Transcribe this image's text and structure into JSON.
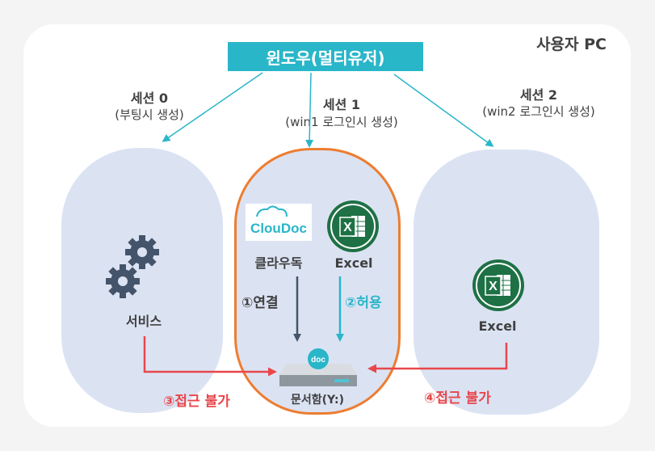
{
  "pc_label": "사용자 PC",
  "top_box": "윈도우(멀티유저)",
  "sessions": [
    {
      "title": "세션 0",
      "subtitle": "(부팅시 생성)"
    },
    {
      "title": "세션 1",
      "subtitle": "(win1 로그인시 생성)"
    },
    {
      "title": "세션 2",
      "subtitle": "(win2 로그인시 생성)"
    }
  ],
  "session0": {
    "service_label": "서비스"
  },
  "session1": {
    "cloudoc_logo_text": "ClouDoc",
    "cloudoc_label": "클라우독",
    "excel_label": "Excel",
    "excel_letter": "X",
    "drive_badge": "doc",
    "drive_label": "문서함(Y:)"
  },
  "session2": {
    "excel_label": "Excel",
    "excel_letter": "X"
  },
  "steps": {
    "connect": "①연결",
    "allow": "②허용",
    "deny3": "③접근 불가",
    "deny4": "④접근 불가"
  },
  "colors": {
    "teal": "#29b6c9",
    "orange": "#ed7d31",
    "red": "#e8474c",
    "navy": "#44546a",
    "pill": "#dbe3f3",
    "excel_green": "#1e7145",
    "text": "#404040"
  }
}
